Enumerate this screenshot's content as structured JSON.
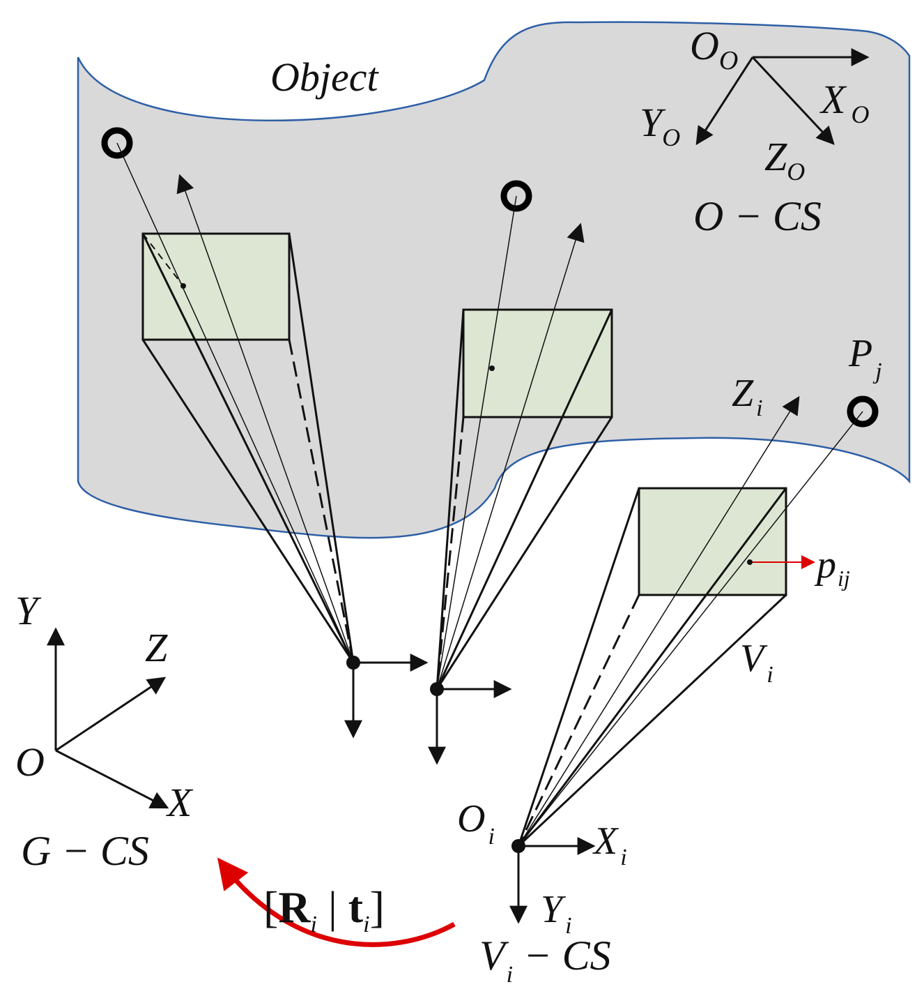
{
  "colors": {
    "object_fill": "#d9d9d9",
    "object_stroke": "#2e5fa6",
    "image_plane_fill": "#dde6d2",
    "line": "#111111",
    "transform_arrow": "#dd0000"
  },
  "object": {
    "label": "Object",
    "frame": {
      "origin": "O",
      "origin_sub": "O",
      "x": "X",
      "x_sub": "O",
      "y": "Y",
      "y_sub": "O",
      "z": "Z",
      "z_sub": "O",
      "name": "O − CS"
    }
  },
  "point": {
    "label": "P",
    "sub": "j"
  },
  "image_point": {
    "label": "p",
    "sub": "ij"
  },
  "camera": {
    "label": "V",
    "label_sub": "i",
    "optical_axis": "Z",
    "optical_axis_sub": "i",
    "origin": "O",
    "origin_sub": "i",
    "x": "X",
    "x_sub": "i",
    "y": "Y",
    "y_sub": "i",
    "frame_name": "V",
    "frame_name_sub": "i",
    "frame_name_suffix": " − CS"
  },
  "global_frame": {
    "x": "X",
    "y": "Y",
    "z": "Z",
    "origin": "O",
    "name": "G − CS"
  },
  "transform": {
    "open": "[",
    "R": "R",
    "R_sub": "i",
    "sep": " | ",
    "t": "t",
    "t_sub": "i",
    "close": "]"
  }
}
